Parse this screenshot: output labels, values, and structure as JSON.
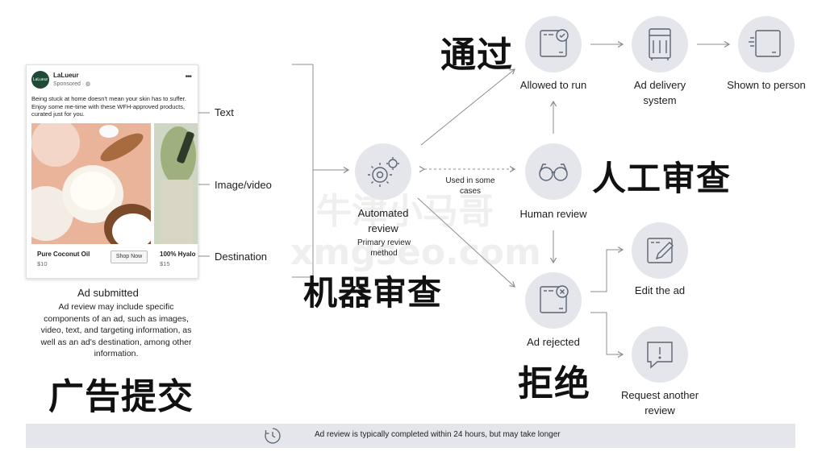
{
  "ad": {
    "brand": "LaLueur",
    "sponsored": "Sponsored · ◍",
    "menu": "•••",
    "avatar_text": "LaLueur",
    "body": "Being stuck at home doesn't mean your skin has to suffer. Enjoy some me-time with these WFH-approved products, curated just for you.",
    "product1_name": "Pure Coconut Oil",
    "product1_price": "$10",
    "product2_name": "100% Hyalo",
    "product2_price": "$15",
    "cta": "Shop Now"
  },
  "components": {
    "text": "Text",
    "image": "Image/video",
    "destination": "Destination"
  },
  "submitted": {
    "title": "Ad submitted",
    "description": "Ad review may include specific components of an ad, such as images, video, text, and targeting information, as well as an ad's destination, among other information."
  },
  "nodes": {
    "automated": "Automated review",
    "primary": "Primary review method",
    "used": "Used in some cases",
    "human": "Human review",
    "allowed": "Allowed to run",
    "delivery": "Ad delivery system",
    "shown": "Shown to person",
    "rejected": "Ad rejected",
    "edit": "Edit the ad",
    "request": "Request another review"
  },
  "chinese": {
    "pass": "通过",
    "human": "人工审查",
    "machine": "机器审查",
    "submit": "广告提交",
    "reject": "拒绝"
  },
  "watermark": {
    "line1": "牛津小马哥",
    "line2": "xmgseo.com"
  },
  "footer": {
    "text": "Ad review is typically completed within 24 hours, but may take longer"
  },
  "colors": {
    "node_bg": "#e4e6eb",
    "icon_stroke": "#5b6473",
    "line": "#8a8d91",
    "footer_bg": "#e4e6eb"
  }
}
